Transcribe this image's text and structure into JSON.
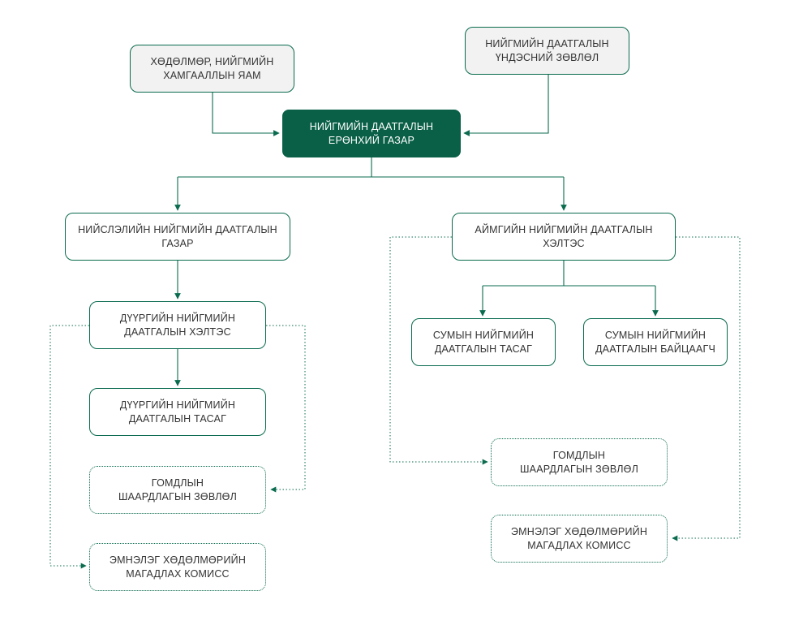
{
  "colors": {
    "accent": "#0a6b4f",
    "dark_fill": "#0a6047",
    "grey_fill": "#f2f2f2",
    "text": "#333333"
  },
  "nodes": {
    "ministry": "ХӨДӨЛМӨР, НИЙГМИЙН\nХАМГААЛЛЫН ЯАМ",
    "council": "НИЙГМИЙН ДААТГАЛЫН\nҮНДЭСНИЙ ЗӨВЛӨЛ",
    "general_office": "НИЙГМИЙН ДААТГАЛЫН\nЕРӨНХИЙ ГАЗАР",
    "capital_office": "НИЙСЛЭЛИЙН НИЙГМИЙН ДААТГАЛЫН\nГАЗАР",
    "aimag_dept": "АЙМГИЙН НИЙГМИЙН ДААТГАЛЫН\nХЭЛТЭС",
    "district_dept": "ДҮҮРГИЙН НИЙГМИЙН\nДААТГАЛЫН ХЭЛТЭС",
    "district_section": "ДҮҮРГИЙН НИЙГМИЙН\nДААТГАЛЫН ТАСАГ",
    "district_complaints": "ГОМДЛЫН\nШААРДЛАГЫН ЗӨВЛӨЛ",
    "district_medical": "ЭМНЭЛЭГ ХӨДӨЛМӨРИЙН\nМАГАДЛАХ КОМИСС",
    "soum_section": "СУМЫН НИЙГМИЙН\nДААТГАЛЫН ТАСАГ",
    "soum_inspector": "СУМЫН НИЙГМИЙН\nДААТГАЛЫН БАЙЦААГЧ",
    "aimag_complaints": "ГОМДЛЫН\nШААРДЛАГЫН ЗӨВЛӨЛ",
    "aimag_medical": "ЭМНЭЛЭГ ХӨДӨЛМӨРИЙН\nМАГАДЛАХ КОМИСС"
  }
}
